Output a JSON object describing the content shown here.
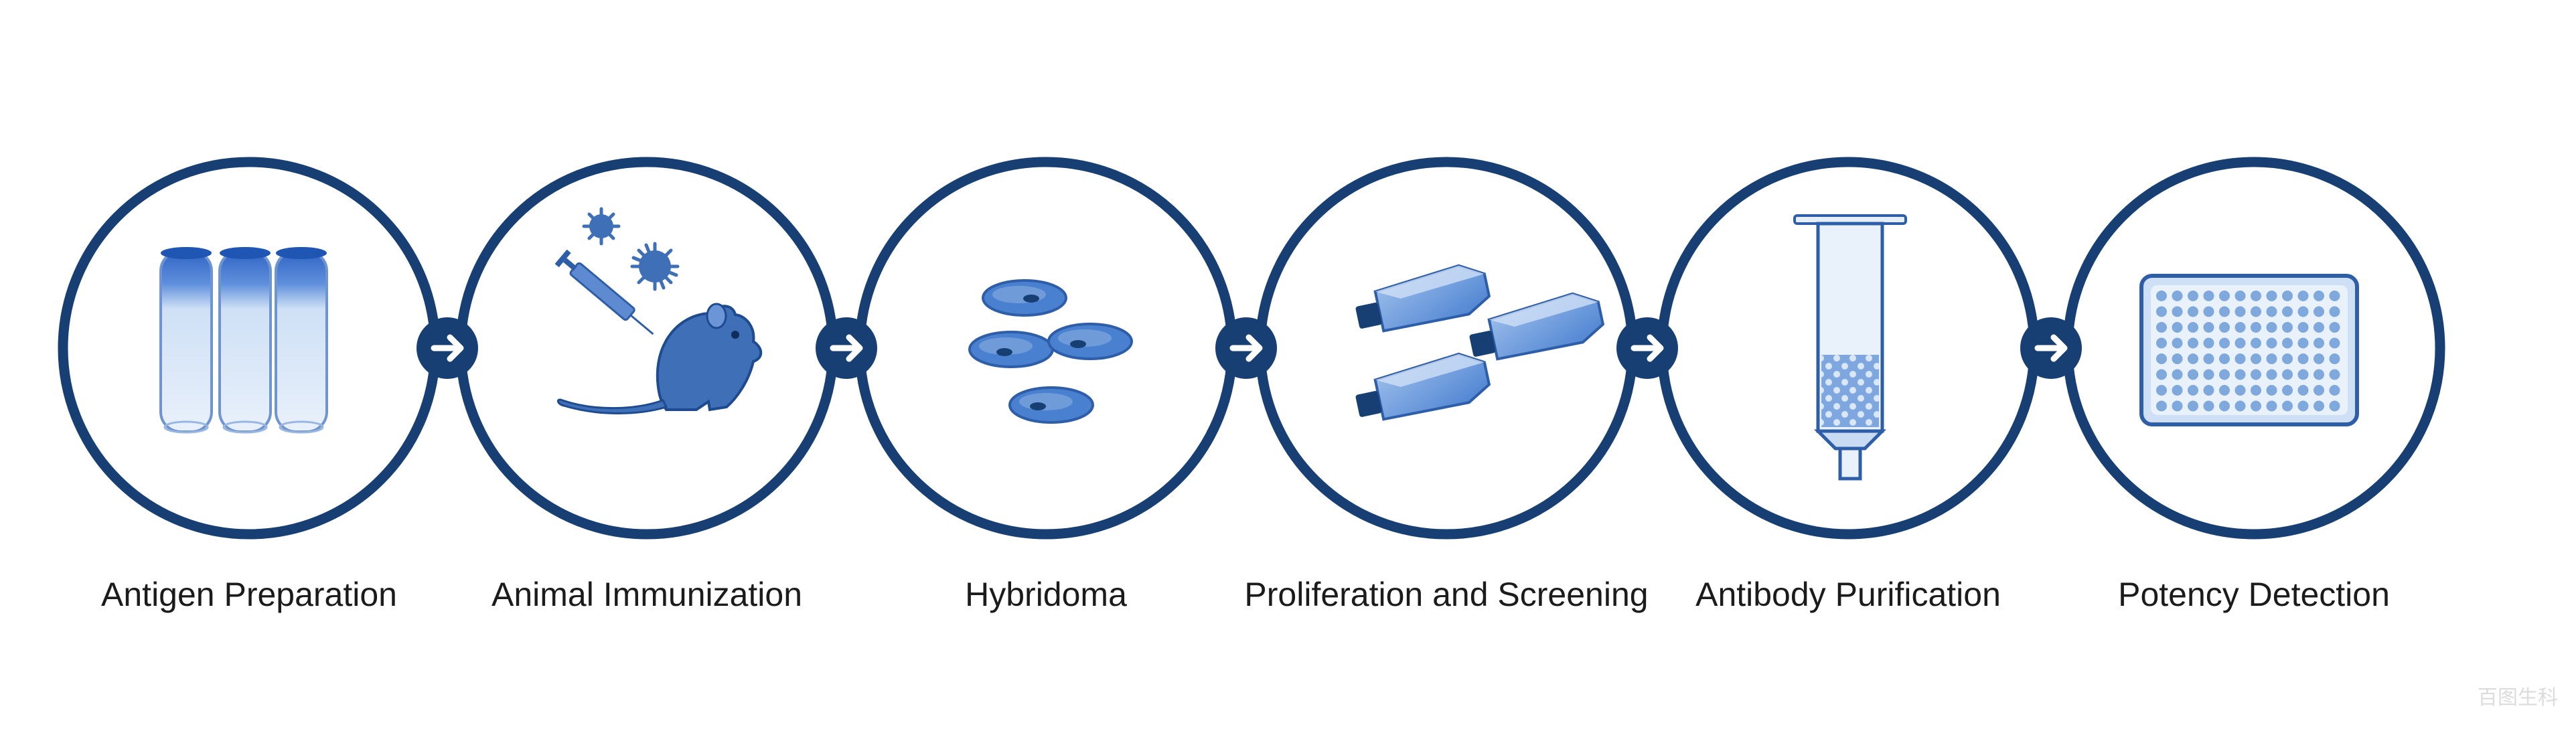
{
  "steps": [
    {
      "label": "Antigen Preparation",
      "icon": "test-tubes-icon"
    },
    {
      "label": "Animal Immunization",
      "icon": "mouse-syringe-virus-icon"
    },
    {
      "label": "Hybridoma",
      "icon": "hybridoma-cells-icon"
    },
    {
      "label": "Proliferation and Screening",
      "icon": "culture-flasks-icon"
    },
    {
      "label": "Antibody Purification",
      "icon": "purification-column-icon"
    },
    {
      "label": "Potency Detection",
      "icon": "microplate-icon"
    }
  ],
  "connector_icon": "arrow-right-icon",
  "watermark": "百图生科",
  "colors": {
    "ring": "#173f73",
    "icon_fill": "#3f6fb6",
    "icon_light": "#c8dbf3",
    "icon_mid": "#7fa8dc",
    "arrow_bg": "#173f73",
    "label": "#1b1b1b"
  }
}
